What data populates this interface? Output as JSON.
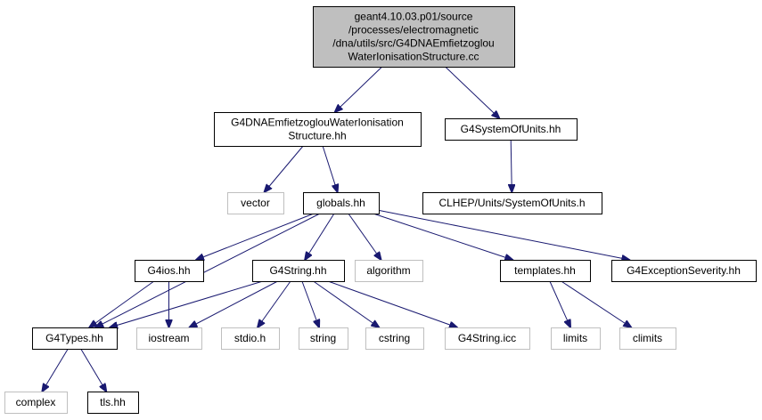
{
  "colors": {
    "edge": "#191970",
    "root_fill": "#bfbfbf",
    "root_stroke": "#000000",
    "normal_stroke": "#000000",
    "missing_stroke": "#bfbfbf",
    "missing_text": "#000000",
    "fill": "#ffffff"
  },
  "nodes": [
    {
      "id": "root",
      "kind": "root",
      "lines": [
        "geant4.10.03.p01/source",
        "/processes/electromagnetic",
        "/dna/utils/src/G4DNAEmfietzoglou",
        "WaterIonisationStructure.cc"
      ]
    },
    {
      "id": "structure_hh",
      "kind": "normal",
      "lines": [
        "G4DNAEmfietzoglouWaterIonisation",
        "Structure.hh"
      ]
    },
    {
      "id": "system_of_units_hh",
      "kind": "normal",
      "lines": [
        "G4SystemOfUnits.hh"
      ]
    },
    {
      "id": "vector",
      "kind": "missing",
      "lines": [
        "vector"
      ]
    },
    {
      "id": "globals_hh",
      "kind": "normal",
      "lines": [
        "globals.hh"
      ]
    },
    {
      "id": "clhep_units",
      "kind": "normal",
      "lines": [
        "CLHEP/Units/SystemOfUnits.h"
      ]
    },
    {
      "id": "g4ios_hh",
      "kind": "normal",
      "lines": [
        "G4ios.hh"
      ]
    },
    {
      "id": "g4string_hh",
      "kind": "normal",
      "lines": [
        "G4String.hh"
      ]
    },
    {
      "id": "algorithm",
      "kind": "missing",
      "lines": [
        "algorithm"
      ]
    },
    {
      "id": "templates_hh",
      "kind": "normal",
      "lines": [
        "templates.hh"
      ]
    },
    {
      "id": "exception_severity_hh",
      "kind": "normal",
      "lines": [
        "G4ExceptionSeverity.hh"
      ]
    },
    {
      "id": "g4types_hh",
      "kind": "normal",
      "lines": [
        "G4Types.hh"
      ]
    },
    {
      "id": "iostream",
      "kind": "missing",
      "lines": [
        "iostream"
      ]
    },
    {
      "id": "stdio_h",
      "kind": "missing",
      "lines": [
        "stdio.h"
      ]
    },
    {
      "id": "string",
      "kind": "missing",
      "lines": [
        "string"
      ]
    },
    {
      "id": "cstring",
      "kind": "missing",
      "lines": [
        "cstring"
      ]
    },
    {
      "id": "g4string_icc",
      "kind": "missing",
      "lines": [
        "G4String.icc"
      ]
    },
    {
      "id": "limits",
      "kind": "missing",
      "lines": [
        "limits"
      ]
    },
    {
      "id": "climits",
      "kind": "missing",
      "lines": [
        "climits"
      ]
    },
    {
      "id": "complex",
      "kind": "missing",
      "lines": [
        "complex"
      ]
    },
    {
      "id": "tls_hh",
      "kind": "normal",
      "lines": [
        "tls.hh"
      ]
    }
  ],
  "edges": [
    [
      "root",
      "structure_hh"
    ],
    [
      "root",
      "system_of_units_hh"
    ],
    [
      "structure_hh",
      "vector"
    ],
    [
      "structure_hh",
      "globals_hh"
    ],
    [
      "system_of_units_hh",
      "clhep_units"
    ],
    [
      "globals_hh",
      "g4ios_hh"
    ],
    [
      "globals_hh",
      "g4string_hh"
    ],
    [
      "globals_hh",
      "algorithm"
    ],
    [
      "globals_hh",
      "templates_hh"
    ],
    [
      "globals_hh",
      "exception_severity_hh"
    ],
    [
      "globals_hh",
      "g4types_hh"
    ],
    [
      "g4ios_hh",
      "g4types_hh"
    ],
    [
      "g4ios_hh",
      "iostream"
    ],
    [
      "g4string_hh",
      "g4types_hh"
    ],
    [
      "g4string_hh",
      "iostream"
    ],
    [
      "g4string_hh",
      "stdio_h"
    ],
    [
      "g4string_hh",
      "string"
    ],
    [
      "g4string_hh",
      "cstring"
    ],
    [
      "g4string_hh",
      "g4string_icc"
    ],
    [
      "templates_hh",
      "limits"
    ],
    [
      "templates_hh",
      "climits"
    ],
    [
      "g4types_hh",
      "complex"
    ],
    [
      "g4types_hh",
      "tls_hh"
    ]
  ]
}
